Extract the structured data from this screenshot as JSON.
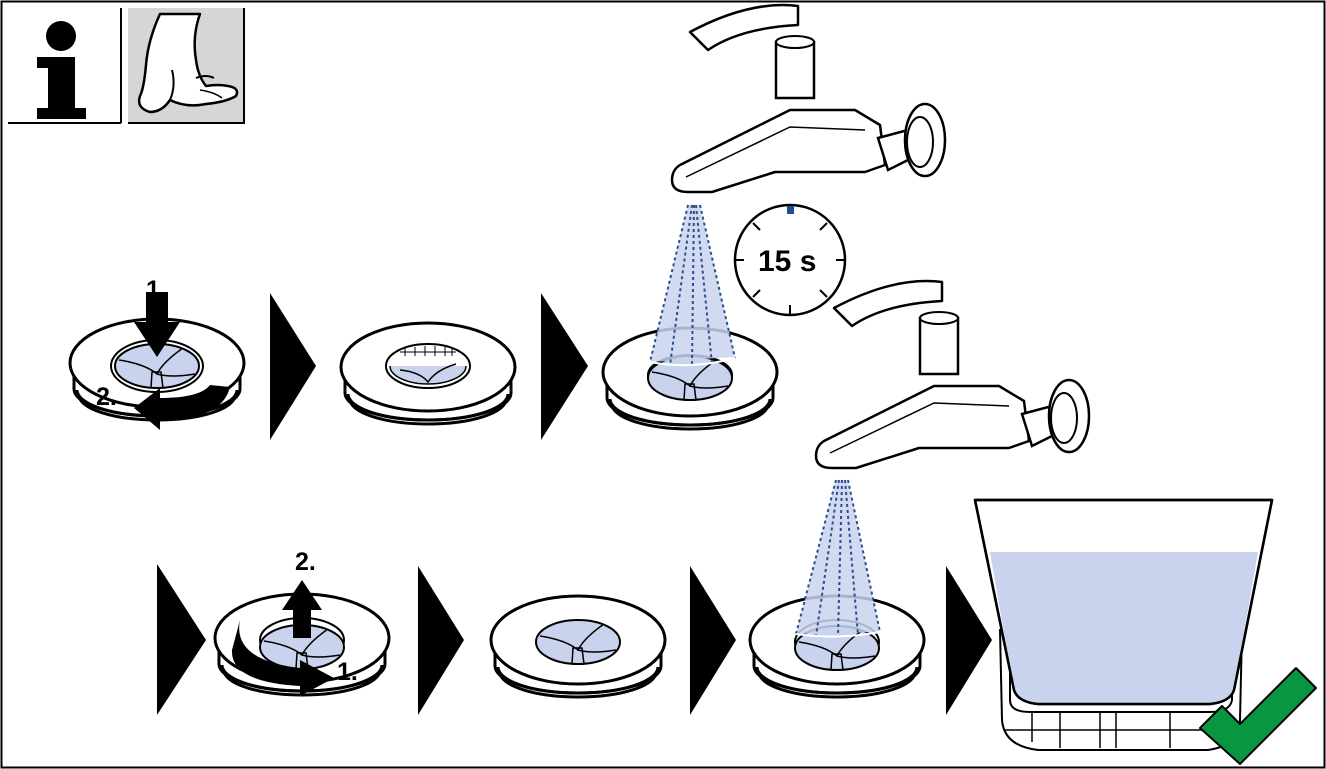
{
  "icons": {
    "info": "info-icon",
    "hand": "hand-touch-icon",
    "play": "play-arrow-icon",
    "timer": "stopwatch-icon",
    "check": "checkmark-icon"
  },
  "steps": {
    "remove_push": "1.",
    "remove_turn": "2.",
    "install_lift": "2.",
    "install_turn": "1."
  },
  "timer": {
    "duration": "15 s"
  },
  "colors": {
    "water": "#c9d3ed",
    "spray_line": "#2b4f8f",
    "check": "#0a9640",
    "timer_mark": "#1f4e8c",
    "outline": "#000000"
  }
}
